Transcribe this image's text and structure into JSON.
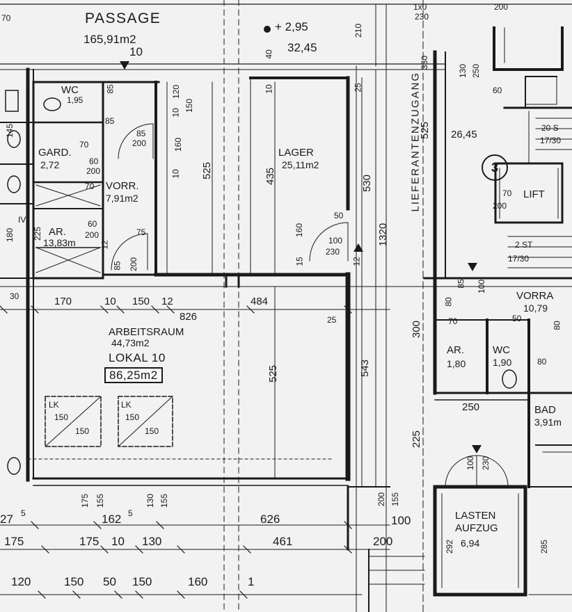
{
  "passage": {
    "name": "PASSAGE",
    "area": "165,91m2",
    "number": "10"
  },
  "level_marks": {
    "upper": "+ 2,95",
    "lower": "32,45"
  },
  "rooms": {
    "wc": {
      "name": "WC",
      "area": "1,95"
    },
    "gard": {
      "name": "GARD.",
      "area": "2,72"
    },
    "vorr": {
      "name": "VORR.",
      "area": "7,91m2"
    },
    "ar": {
      "name": "AR.",
      "area": "13,83m"
    },
    "lager": {
      "name": "LAGER",
      "area": "25,11m2"
    },
    "arbeitsraum": {
      "name": "ARBEITSRAUM",
      "area": "44,73m2"
    },
    "lokal": {
      "name": "LOKAL 10",
      "area": "86,25m2"
    },
    "right_room": {
      "area": "26,45"
    },
    "lift": {
      "name": "LIFT"
    },
    "vorr_right": {
      "name": "VORRA",
      "area": "10,79"
    },
    "ar_right": {
      "name": "AR.",
      "area": "1,80"
    },
    "wc_right": {
      "name": "WC",
      "area": "1,90"
    },
    "bad": {
      "name": "BAD",
      "area": "3,91m"
    },
    "lastenaufzug": {
      "name1": "LASTEN",
      "name2": "AUFZUG",
      "area": "6,94"
    }
  },
  "corridor": {
    "name": "LIEFERANTENZUGANG"
  },
  "stair_number": "3",
  "lk": [
    {
      "name": "LK",
      "w": "150",
      "h": "150"
    },
    {
      "name": "LK",
      "w": "150",
      "h": "150"
    }
  ],
  "dims": {
    "d210": "210",
    "d40": "40",
    "d70": "70",
    "d120": "120",
    "d150a": "150",
    "d85a": "85",
    "d85b": "85",
    "d85c": "85",
    "d200a": "200",
    "d70b": "70",
    "d60a": "60",
    "d200b": "200",
    "d60b": "60",
    "d200c": "200",
    "d75": "75",
    "d225": "225",
    "d525a": "525",
    "d160a": "160",
    "d10a": "10",
    "d10b": "10",
    "d10c": "10",
    "d435": "435",
    "d160b": "160",
    "d15": "15",
    "d25a": "25",
    "d530": "530",
    "d50": "50",
    "d100a": "100",
    "d230a": "230",
    "d12a": "12",
    "d1320": "1320",
    "d330": "330",
    "d525b": "525",
    "d130a": "130",
    "d250a": "250",
    "d60c": "60",
    "d30": "30",
    "d170": "170",
    "d10d": "10",
    "d150b": "150",
    "d12b": "12",
    "d826": "826",
    "d484": "484",
    "d25b": "25",
    "d525c": "525",
    "d543": "543",
    "d300": "300",
    "d225b": "225",
    "d250b": "250",
    "d175a": "175",
    "d155a": "155",
    "d130b": "130",
    "d155b": "155",
    "d626": "626",
    "d200d": "200",
    "d155c": "155",
    "d100b": "100",
    "d175b": "175",
    "d175c": "175",
    "d10e": "10",
    "d130c": "130",
    "d461": "461",
    "d200e": "200",
    "d120b": "120",
    "d150c": "150",
    "d50b": "50",
    "d150d": "150",
    "d160c": "160",
    "d1": "1",
    "d27": "27",
    "d5a": "5",
    "d162": "162",
    "d5b": "5",
    "d100c": "100",
    "d230b": "230",
    "d292": "292",
    "d285": "285",
    "d12c": "12",
    "d1x0": "1x0",
    "d200f": "200",
    "d20s": "20 S",
    "d17_30": "17/30",
    "d2st": "2 ST",
    "d17_30b": "17/30",
    "d70c": "70",
    "d200g": "200",
    "d100d": "100",
    "d230c": "230",
    "d85d": "85",
    "d80": "80",
    "d70d": "70",
    "d50c": "50",
    "d85e": "85",
    "d80b": "80",
    "d80c": "80",
    "d200h": "200",
    "d1_80": "180",
    "d4v": "IV",
    "d145": "145",
    "d70e": "70"
  }
}
